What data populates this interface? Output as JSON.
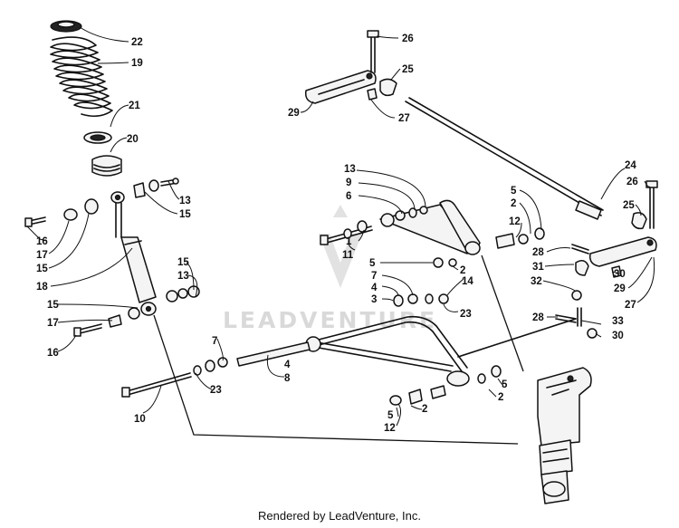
{
  "watermark": "LEADVENTURE",
  "footer": "Rendered by LeadVenture, Inc.",
  "callouts": {
    "c22": "22",
    "c19": "19",
    "c21": "21",
    "c20": "20",
    "c13a": "13",
    "c15a": "15",
    "c16a": "16",
    "c17a": "17",
    "c15b": "15",
    "c18": "18",
    "c15c": "15",
    "c13b": "13",
    "c15d": "15",
    "c17b": "17",
    "c16b": "16",
    "c10": "10",
    "c23a": "23",
    "c7a": "7",
    "c4a": "4",
    "c8": "8",
    "c26a": "26",
    "c25a": "25",
    "c29a": "29",
    "c27a": "27",
    "c13c": "13",
    "c9": "9",
    "c6": "6",
    "c1": "1",
    "c11": "11",
    "c5a": "5",
    "c2a": "2",
    "c12a": "12",
    "c5b": "5",
    "c2b": "2",
    "c14": "14",
    "c7b": "7",
    "c4b": "4",
    "c3": "3",
    "c23b": "23",
    "c24": "24",
    "c26b": "26",
    "c25b": "25",
    "c28a": "28",
    "c31": "31",
    "c32": "32",
    "c30a": "30",
    "c29b": "29",
    "c27b": "27",
    "c28b": "28",
    "c33": "33",
    "c30b": "30",
    "c5c": "5",
    "c2c": "2",
    "c5d": "5",
    "c12b": "12",
    "c2d": "2"
  }
}
